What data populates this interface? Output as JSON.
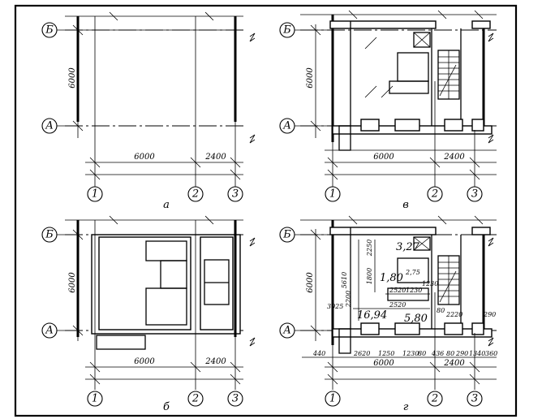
{
  "axes": {
    "col1": "1",
    "col2": "2",
    "col3": "3",
    "rowA": "А",
    "rowB": "Б"
  },
  "panels": [
    {
      "id": "a",
      "caption": "а"
    },
    {
      "id": "b",
      "caption": "б"
    },
    {
      "id": "v",
      "caption": "в"
    },
    {
      "id": "g",
      "caption": "г"
    }
  ],
  "dims": {
    "span12": "6000",
    "span23": "2400",
    "span23_alt": "2400",
    "height": "6000"
  },
  "panel_g": {
    "rooms": [
      "16,94",
      "5,80",
      "3,27",
      "1,80",
      "2,75"
    ],
    "vertical_dims": [
      "5610",
      "1800",
      "2250",
      "3025",
      "2200"
    ],
    "horizontal_dims": [
      "2520",
      "2220",
      "2520",
      "1230",
      "1230"
    ],
    "bottom_dims": [
      "440",
      "2620",
      "1250",
      "1230",
      "80",
      "436",
      "80",
      "290",
      "1340",
      "360"
    ],
    "side_dims": [
      "290",
      "80"
    ]
  }
}
